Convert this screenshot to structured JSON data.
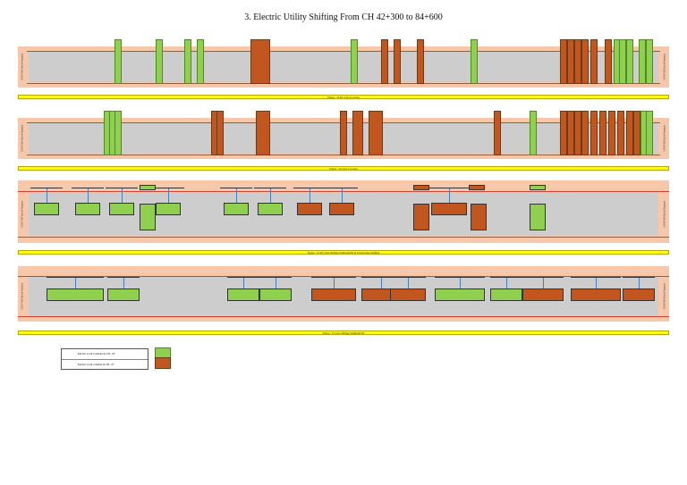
{
  "title": "3. Electric Utility Shifting From CH 42+300 to 84+600",
  "chainage": {
    "start": "42+300",
    "end": "84+600"
  },
  "panels": [
    {
      "caption": "Figure : 33 KV Line Crossing",
      "left_label": "CH 42+300 Start of Segment",
      "right_label": "CH 84+600 End of Segment"
    },
    {
      "caption": "Figure : LT Line Crossing",
      "left_label": "CH 42+300 Start of Segment",
      "right_label": "CH 84+600 End of Segment"
    },
    {
      "caption": "Figure : 33 KV Line Shifting Within ROW & Transformer Shifting",
      "left_label": "CH 42+300 Start of Segment",
      "right_label": "CH 84+600 End of Segment"
    },
    {
      "caption": "Figure : LT Line Shifting Within ROW",
      "left_label": "CH 42+300 Start of Segment",
      "right_label": "CH 84+600 End of Segment"
    }
  ],
  "legend": [
    {
      "label": "Electric work Consider in CH - 03",
      "color": "#8fd04f"
    },
    {
      "label": "Electric work consider in CH - 07",
      "color": "#c2561f"
    }
  ],
  "colors": {
    "green": "#8fd04f",
    "orange": "#c2561f",
    "lane": "#cdcdcd",
    "band": "#f6c7a9",
    "caption": "#ffff00"
  }
}
